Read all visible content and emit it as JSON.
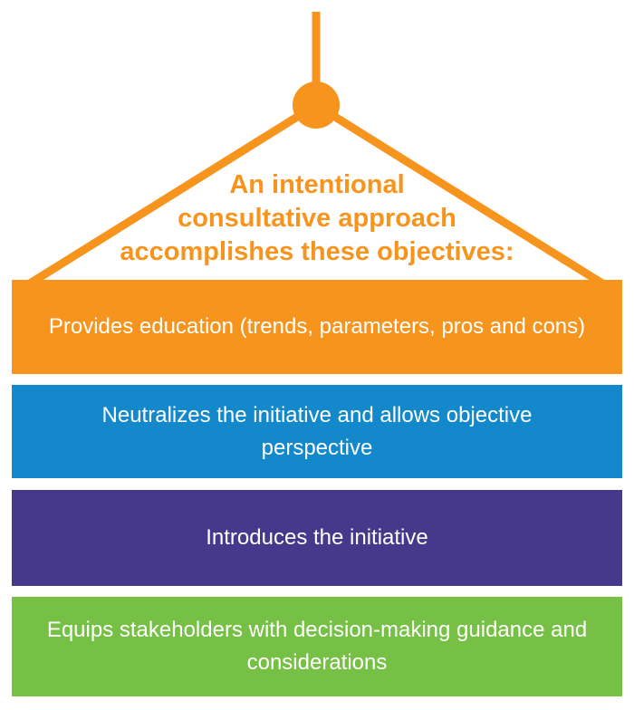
{
  "colors": {
    "accent_orange": "#F7941E",
    "bar_blue": "#1389CB",
    "bar_purple": "#46398B",
    "bar_green": "#76C046",
    "bar_text": "#FFFFFF",
    "background": "#FFFFFF"
  },
  "heading": {
    "color": "#F7941E",
    "line1": "An intentional",
    "line2": "consultative approach",
    "line3": "accomplishes these objectives:"
  },
  "bars": [
    {
      "label": "Provides education (trends, parameters, pros and cons)",
      "color": "#F7941E"
    },
    {
      "label": "Neutralizes the initiative and allows objective perspective",
      "color": "#1389CB"
    },
    {
      "label": "Introduces the initiative",
      "color": "#46398B"
    },
    {
      "label": "Equips stakeholders with decision-making guidance and considerations",
      "color": "#76C046"
    }
  ]
}
